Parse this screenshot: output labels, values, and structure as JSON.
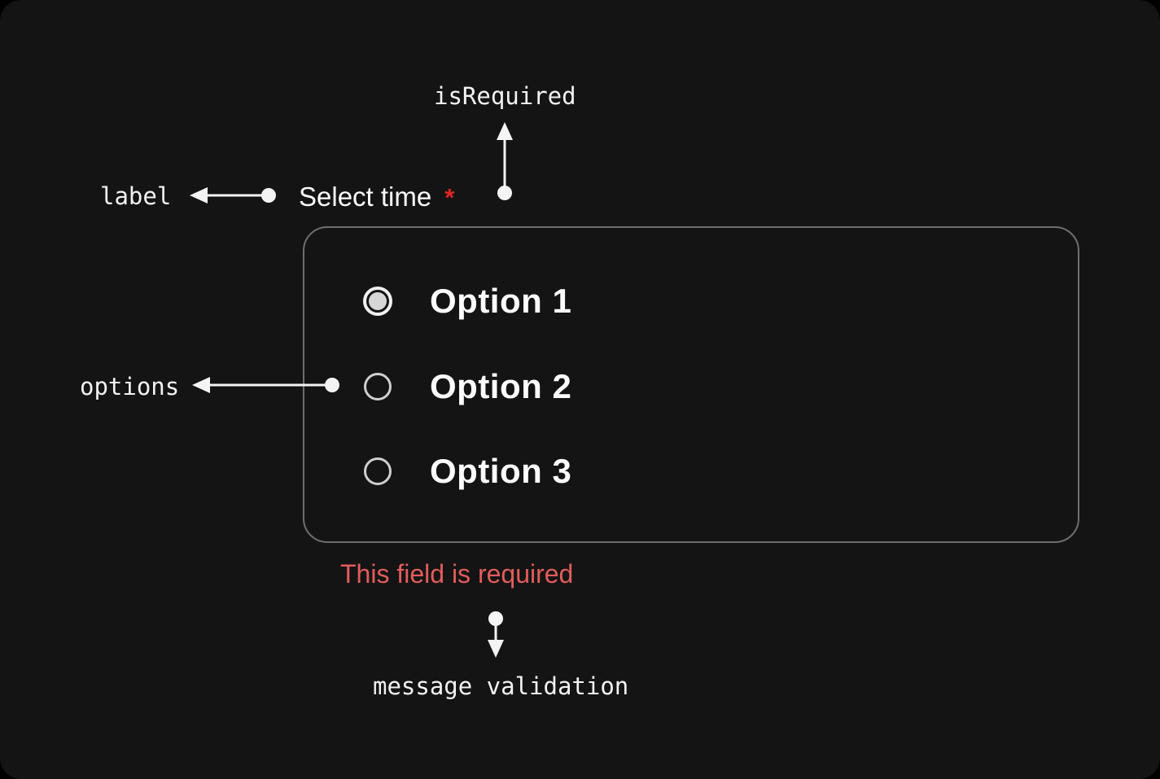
{
  "component": {
    "label": "Select time",
    "required_indicator": "*",
    "is_required": true,
    "options": [
      {
        "label": "Option 1",
        "selected": true
      },
      {
        "label": "Option 2",
        "selected": false
      },
      {
        "label": "Option 3",
        "selected": false
      }
    ],
    "validation_message": "This field is required"
  },
  "annotations": {
    "is_required": "isRequired",
    "label": "label",
    "options": "options",
    "message_validation": "message validation"
  },
  "colors": {
    "page_background": "#000000",
    "panel_background": "#141414",
    "container_border": "#6e6e6e",
    "arrow": "#f4f4f4",
    "annotation_text": "#f2f2f2",
    "option_text": "#fcfcfc",
    "error_text": "#e25c5c",
    "asterisk": "#e02626",
    "radio_ring": "#cfcfcf",
    "radio_selected_fill": "#d6d6d6"
  }
}
